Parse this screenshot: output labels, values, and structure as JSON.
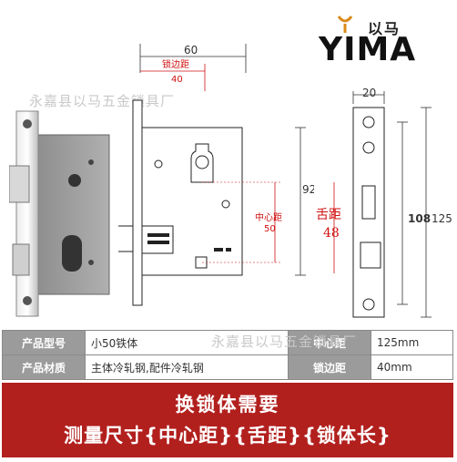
{
  "logo": {
    "chinese": "以马",
    "english": "YIMA"
  },
  "watermark": "永嘉县以马五金锁具厂",
  "watermark_overlay": "永嘉县以马五金锁具厂",
  "dimensions": {
    "width_top": "60",
    "backset_label": "锁边距",
    "backset_value": "40",
    "center_distance_label": "中心距",
    "center_distance_value": "50",
    "height_92": "92",
    "tongue_label": "舌距",
    "tongue_value": "48",
    "faceplate_width": "20",
    "height_108": "108",
    "height_125": "125"
  },
  "specs": [
    {
      "label": "产品型号",
      "value": "小50铁体",
      "label2": "中心距",
      "value2": "125mm"
    },
    {
      "label": "产品材质",
      "value": "主体冷轧钢,配件冷轧钢",
      "label2": "锁边距",
      "value2": "40mm"
    }
  ],
  "banner": {
    "line1": "换锁体需要",
    "line2": "测量尺寸{中心距}{舌距}{锁体长}"
  },
  "colors": {
    "banner": "#b2201e",
    "accent_red": "#d01010",
    "table_label_bg": "#9b9b9b"
  }
}
